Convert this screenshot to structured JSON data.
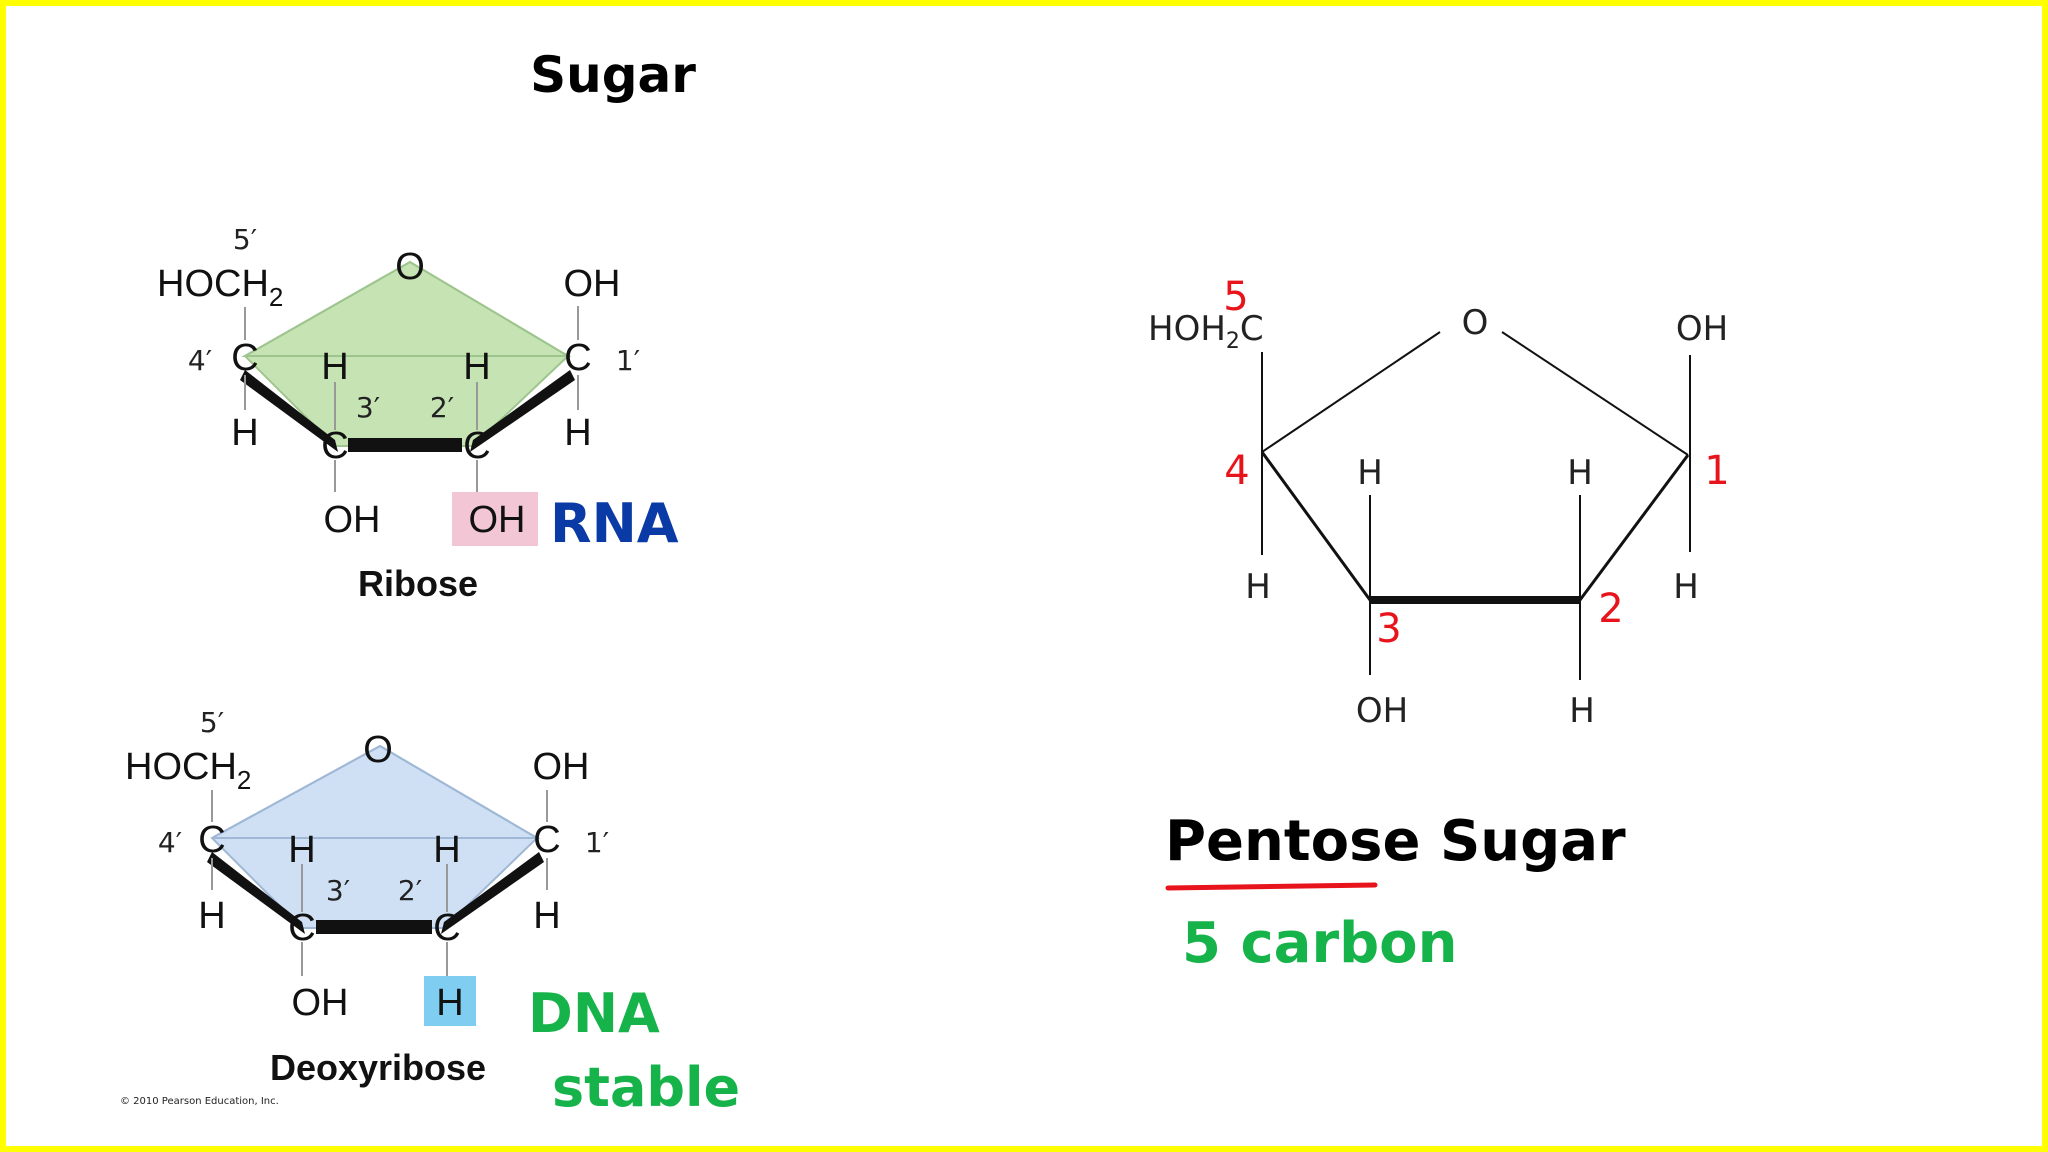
{
  "title": "Sugar",
  "colors": {
    "frame": "#ffff00",
    "ribose_ring": "#c6e3b4",
    "deoxyribose_ring": "#cfe0f4",
    "ribose_oh_highlight": "#f3c6d6",
    "deoxy_h_highlight": "#7fcdf0",
    "rna_text": "#0a3aa5",
    "dna_text": "#16b34a",
    "number_red": "#e8141c",
    "underline_red": "#e8141c"
  },
  "ribose": {
    "label": "Ribose",
    "annotation": "RNA",
    "prime5": "5′",
    "hoch2": "HOCH",
    "sub2": "2",
    "o": "O",
    "oh_right": "OH",
    "prime4": "4′",
    "c4": "C",
    "prime1": "1′",
    "c1": "C",
    "h_left": "H",
    "h_right": "H",
    "h3": "H",
    "h2": "H",
    "prime3": "3′",
    "prime2": "2′",
    "c3": "C",
    "c2": "C",
    "oh3": "OH",
    "oh2": "OH"
  },
  "deoxyribose": {
    "label": "Deoxyribose",
    "annotation_1": "DNA",
    "annotation_2": "stable",
    "copyright": "© 2010 Pearson Education, Inc.",
    "prime5": "5′",
    "hoch2": "HOCH",
    "sub2": "2",
    "o": "O",
    "oh_right": "OH",
    "prime4": "4′",
    "c4": "C",
    "prime1": "1′",
    "c1": "C",
    "h_left": "H",
    "h_right": "H",
    "h3": "H",
    "h2": "H",
    "prime3": "3′",
    "prime2": "2′",
    "c3": "C",
    "c2": "C",
    "oh3": "OH",
    "h_bottom": "H"
  },
  "pentose": {
    "hoh2c_a": "HOH",
    "hoh2c_sub": "2",
    "hoh2c_b": "C",
    "o": "O",
    "oh_right": "OH",
    "h_left_bottom": "H",
    "h_right_bottom": "H",
    "h3_top": "H",
    "h2_top": "H",
    "oh_bottom": "OH",
    "h_bottom": "H",
    "num5": "5",
    "num4": "4",
    "num1": "1",
    "num3": "3",
    "num2": "2",
    "caption": "Pentose Sugar",
    "subcaption": "5 carbon"
  }
}
